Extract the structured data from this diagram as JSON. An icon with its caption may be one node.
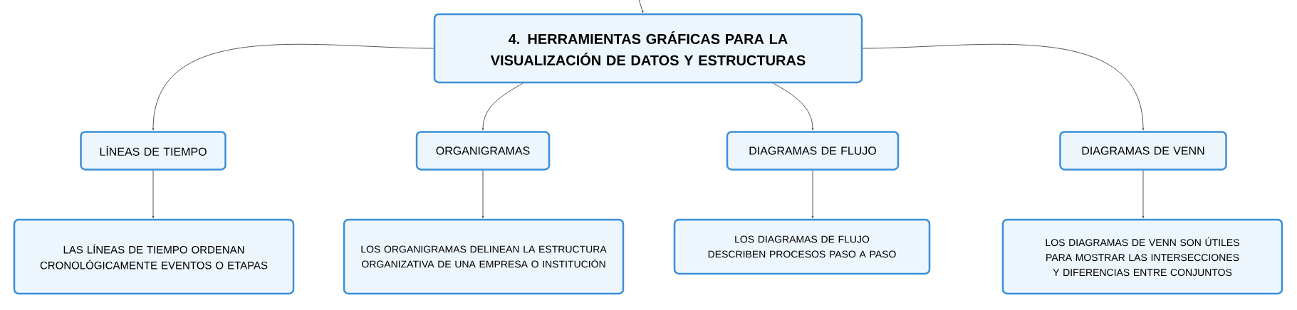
{
  "diagram": {
    "nodes": [
      {
        "text": [
          "4. HERRAMIENTAS GRÁFICAS PARA LA VISUALIZACIÓN DE DATOS Y ESTRUCTURAS"
        ]
      },
      {
        "text": [
          "LÍNEAS DE TIEMPO"
        ]
      },
      {
        "text": [
          "ORGANIGRAMAS"
        ]
      },
      {
        "text": [
          "DIAGRAMAS DE FLUJO"
        ]
      },
      {
        "text": [
          "DIAGRAMAS DE VENN"
        ]
      },
      {
        "text": [
          "LAS LÍNEAS DE TIEMPO ORDENAN CRONOLÓGICAMENTE EVENTOS O ETAPAS"
        ]
      },
      {
        "text": [
          "LOS ORGANIGRAMAS DELINEAN LA ESTRUCTURA ORGANIZATIVA DE UNA EMPRESA O INSTITUCIÓN"
        ]
      },
      {
        "text": [
          "LOS DIAGRAMAS DE FLUJO DESCRIBEN PROCESOS PASO A PASO"
        ]
      },
      {
        "text": [
          "LOS DIAGRAMAS DE VENN SON ÚTILES PARA MOSTRAR LAS INTERSECCIONES Y DIFERENCIAS ENTRE CONJUNTOS"
        ]
      }
    ],
    "edges": [
      {
        "from": null,
        "to": 0,
        "arrow": "to"
      },
      {
        "from": 0,
        "to": 1,
        "arrow": "to"
      },
      {
        "from": 0,
        "to": 2,
        "arrow": "to"
      },
      {
        "from": 0,
        "to": 3,
        "arrow": "to"
      },
      {
        "from": 0,
        "to": 4,
        "arrow": "to"
      },
      {
        "from": 1,
        "to": 5,
        "arrow": "to"
      },
      {
        "from": 2,
        "to": 6,
        "arrow": "to"
      },
      {
        "from": 3,
        "to": 7,
        "arrow": "to"
      },
      {
        "from": 4,
        "to": 8,
        "arrow": "to"
      }
    ]
  }
}
